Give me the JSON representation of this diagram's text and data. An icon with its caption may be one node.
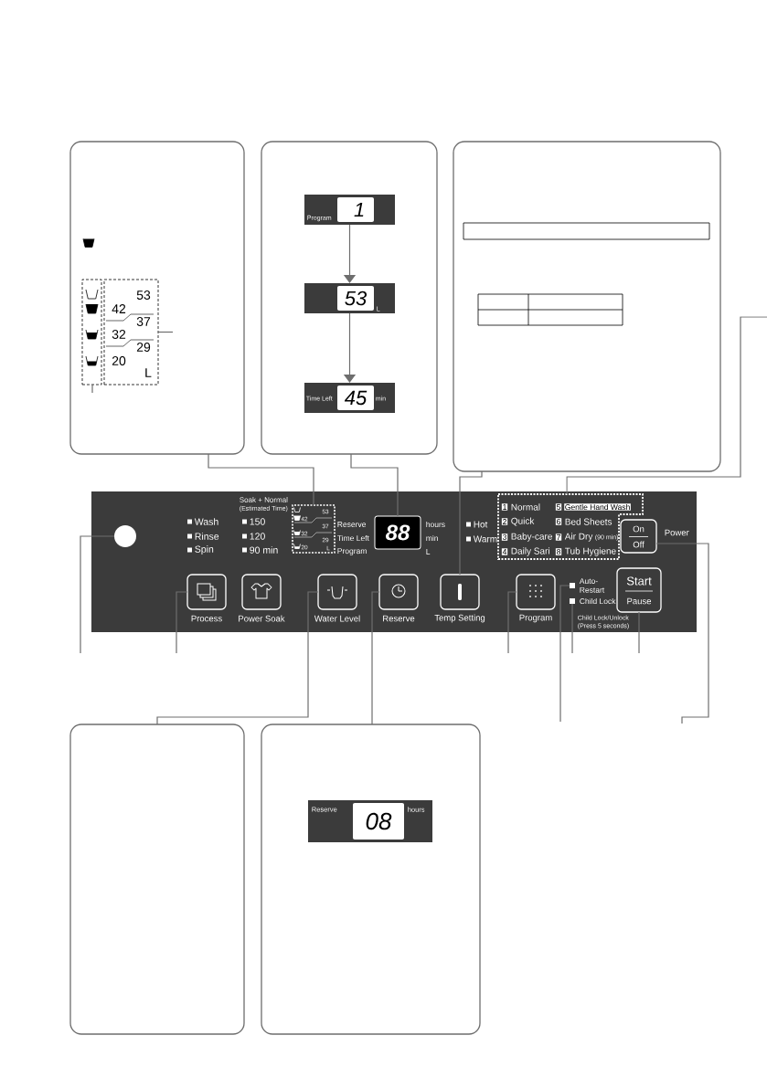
{
  "diagram": {
    "nodes": [
      {
        "text": [],
        "shape": "box"
      },
      {
        "text": [],
        "shape": "box"
      },
      {
        "text": [],
        "shape": "box"
      },
      {
        "text": [],
        "shape": "box"
      },
      {
        "text": [],
        "shape": "box"
      },
      {
        "text": [],
        "shape": "box"
      },
      {
        "text": [],
        "shape": "circle",
        "in": 5
      },
      {
        "text": [
          "Process"
        ],
        "in": 5
      },
      {
        "text": [
          "Power Soak"
        ],
        "in": 5
      },
      {
        "text": [
          "Water Level"
        ],
        "in": 5
      },
      {
        "text": [
          "Reserve"
        ],
        "in": 5
      },
      {
        "text": [
          "Temp Setting"
        ],
        "in": 5
      },
      {
        "text": [
          "Program"
        ],
        "in": 5
      },
      {
        "text": [
          "Start",
          "Pause"
        ],
        "in": 5
      },
      {
        "text": [
          "On",
          "Off"
        ],
        "beside": [
          "Power"
        ],
        "in": 5
      },
      {
        "text": [
          "53",
          "42",
          "37",
          "32",
          "29",
          "20",
          "L"
        ],
        "in": 5
      },
      {
        "text": [
          "88"
        ],
        "beside": [
          "hours",
          "min",
          "L"
        ],
        "in": 5
      },
      {
        "text": [
          "1",
          "Normal",
          "5",
          "Gentle Hand Wash",
          "2",
          "Quick",
          "6",
          "Bed Sheets",
          "3",
          "Baby-care",
          "7",
          "Air Dry",
          "(90 min)",
          "4",
          "Daily Sari",
          "8",
          "Tub Hygiene"
        ],
        "in": 5
      },
      {
        "text": [],
        "shape": "box",
        "beside": [
          "Auto-Restart"
        ],
        "in": 5
      },
      {
        "text": [],
        "shape": "box",
        "beside": [
          "Child Lock"
        ],
        "in": 5
      },
      {
        "text": [],
        "shape": "box",
        "in": 0
      },
      {
        "text": [
          "53",
          "42",
          "37",
          "32",
          "29",
          "20",
          "L"
        ],
        "in": 0
      },
      {
        "text": [
          "Program",
          "1"
        ],
        "in": 1
      },
      {
        "text": [
          "53",
          "L"
        ],
        "in": 1
      },
      {
        "text": [
          "Time Left",
          "45",
          "min"
        ],
        "in": 1
      },
      {
        "text": [
          "Reserve",
          "08",
          "hours"
        ],
        "in": 4
      }
    ],
    "edges": [
      {
        "from": 15,
        "to": 0,
        "arrow": "none"
      },
      {
        "from": 16,
        "to": 1,
        "arrow": "none"
      },
      {
        "from": 11,
        "to": 2,
        "arrow": "none"
      },
      {
        "from": 17,
        "to": null,
        "arrow": "none"
      },
      {
        "from": 6,
        "to": null,
        "arrow": "none"
      },
      {
        "from": 7,
        "to": null,
        "arrow": "none"
      },
      {
        "from": 9,
        "to": 3,
        "arrow": "none"
      },
      {
        "from": 10,
        "to": 4,
        "arrow": "none"
      },
      {
        "from": 12,
        "to": null,
        "arrow": "none"
      },
      {
        "from": 13,
        "to": null,
        "arrow": "none"
      },
      {
        "from": 18,
        "to": null,
        "arrow": "none"
      },
      {
        "from": 19,
        "to": null,
        "arrow": "none"
      },
      {
        "from": 14,
        "to": null,
        "arrow": "none"
      },
      {
        "from": 21,
        "to": null,
        "arrow": "none"
      },
      {
        "from": 20,
        "to": null,
        "arrow": "none"
      },
      {
        "from": 22,
        "to": 23,
        "arrow": "to"
      },
      {
        "from": 23,
        "to": 24,
        "arrow": "to"
      }
    ],
    "labels": [
      "Wash",
      "Rinse",
      "Spin",
      "Soak + Normal",
      "(Estimated Time)",
      "150",
      "120",
      "90 min",
      "Reserve",
      "Time Left",
      "Program",
      "Hot",
      "Warm",
      "Child Lock/Unlock",
      "(Press 5 seconds)"
    ]
  }
}
